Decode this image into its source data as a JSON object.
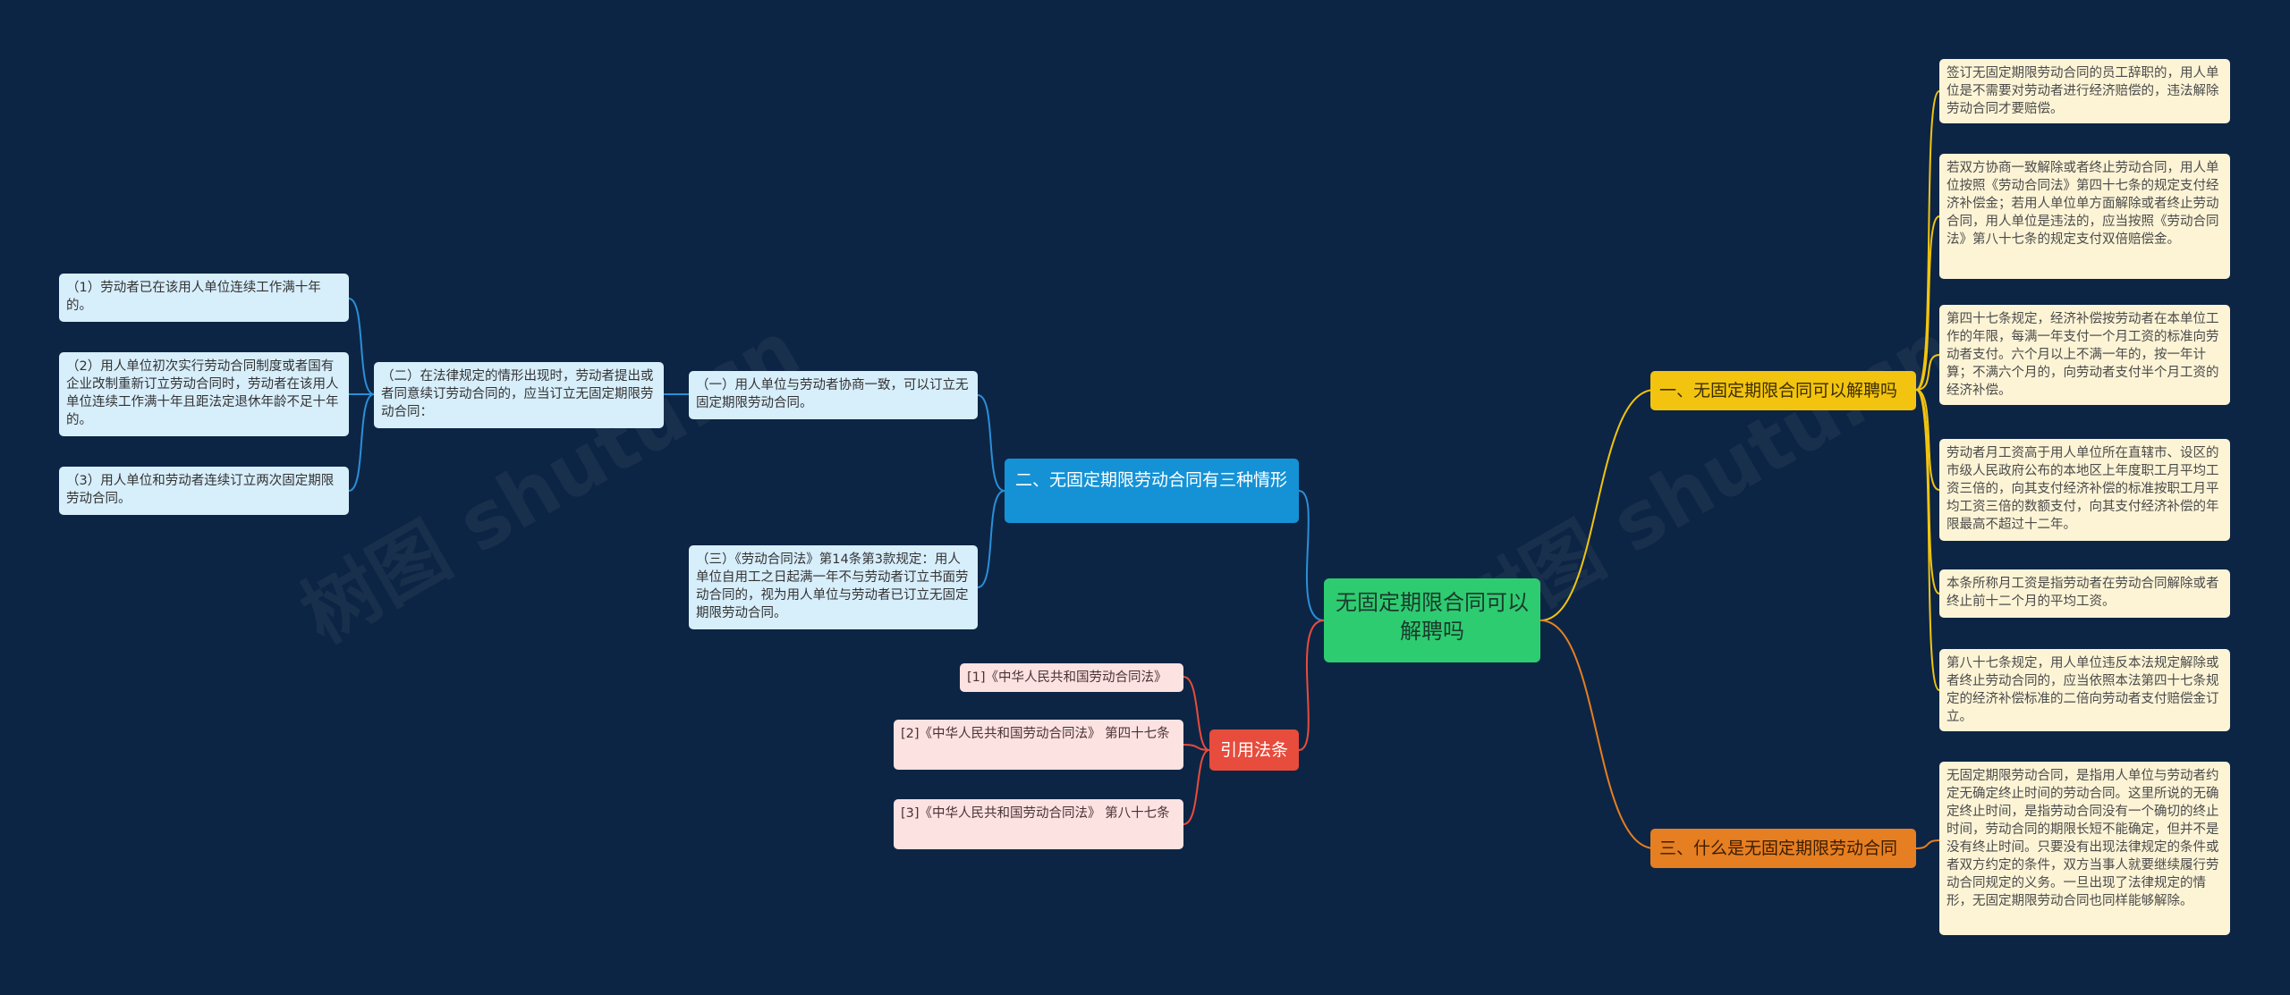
{
  "root": {
    "label": "无固定期限合同可以解聘吗"
  },
  "right": {
    "branch1": {
      "label": "一、无固定期限合同可以解聘吗",
      "leaves": [
        "签订无固定期限劳动合同的员工辞职的，用人单位是不需要对劳动者进行经济赔偿的，违法解除劳动合同才要赔偿。",
        "若双方协商一致解除或者终止劳动合同，用人单位按照《劳动合同法》第四十七条的规定支付经济补偿金；若用人单位单方面解除或者终止劳动合同，用人单位是违法的，应当按照《劳动合同法》第八十七条的规定支付双倍赔偿金。",
        "第四十七条规定，经济补偿按劳动者在本单位工作的年限，每满一年支付一个月工资的标准向劳动者支付。六个月以上不满一年的，按一年计算；不满六个月的，向劳动者支付半个月工资的经济补偿。",
        "劳动者月工资高于用人单位所在直辖市、设区的市级人民政府公布的本地区上年度职工月平均工资三倍的，向其支付经济补偿的标准按职工月平均工资三倍的数额支付，向其支付经济补偿的年限最高不超过十二年。",
        "本条所称月工资是指劳动者在劳动合同解除或者终止前十二个月的平均工资。",
        "第八十七条规定，用人单位违反本法规定解除或者终止劳动合同的，应当依照本法第四十七条规定的经济补偿标准的二倍向劳动者支付赔偿金订立。"
      ]
    },
    "branch3": {
      "label": "三、什么是无固定期限劳动合同",
      "leaves": [
        "无固定期限劳动合同，是指用人单位与劳动者约定无确定终止时间的劳动合同。这里所说的无确定终止时间，是指劳动合同没有一个确切的终止时间，劳动合同的期限长短不能确定，但并不是没有终止时间。只要没有出现法律规定的条件或者双方约定的条件，双方当事人就要继续履行劳动合同规定的义务。一旦出现了法律规定的情形，无固定期限劳动合同也同样能够解除。"
      ]
    }
  },
  "left": {
    "branch2": {
      "label": "二、无固定期限劳动合同有三种情形",
      "item1": "（一）用人单位与劳动者协商一致，可以订立无固定期限劳动合同。",
      "item2": {
        "label": "（二）在法律规定的情形出现时，劳动者提出或者同意续订劳动合同的，应当订立无固定期限劳动合同：",
        "subs": [
          "（1）劳动者已在该用人单位连续工作满十年的。",
          "（2）用人单位初次实行劳动合同制度或者国有企业改制重新订立劳动合同时，劳动者在该用人单位连续工作满十年且距法定退休年龄不足十年的。",
          "（3）用人单位和劳动者连续订立两次固定期限劳动合同。"
        ]
      },
      "item3": "（三）《劳动合同法》第14条第3款规定：用人单位自用工之日起满一年不与劳动者订立书面劳动合同的，视为用人单位与劳动者已订立无固定期限劳动合同。"
    },
    "refs": {
      "label": "引用法条",
      "leaves": [
        "[1]《中华人民共和国劳动合同法》",
        "[2]《中华人民共和国劳动合同法》 第四十七条",
        "[3]《中华人民共和国劳动合同法》 第八十七条"
      ]
    }
  },
  "watermark": "树图 shutu.cn",
  "colors": {
    "background": "#0d2544",
    "root": "#2ecc71",
    "branch1": "#f2c40f",
    "branch3": "#e67e22",
    "branch2": "#1592d6",
    "refs": "#e74c3c",
    "line_yellow": "#f2c40f",
    "line_orange": "#e67e22",
    "line_blue": "#2a8fd8",
    "line_red": "#e74c3c"
  }
}
